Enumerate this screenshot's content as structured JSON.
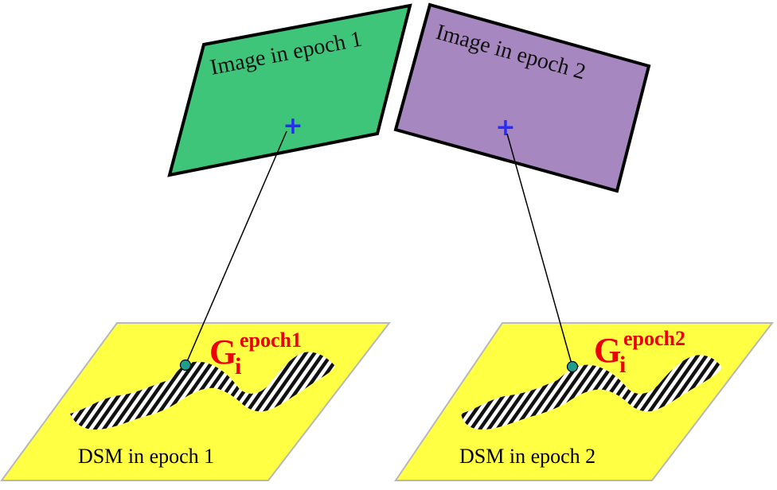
{
  "images": [
    {
      "label": "Image in epoch 1",
      "fill": "#3fc57a",
      "marker": "+"
    },
    {
      "label": "Image in epoch 2",
      "fill": "#a787bf",
      "marker": "+"
    }
  ],
  "dsms": [
    {
      "label": "DSM in epoch 1",
      "fill": "#ffff44",
      "point": {
        "base": "G",
        "sub": "i",
        "sup": "epoch1"
      }
    },
    {
      "label": "DSM in epoch 2",
      "fill": "#ffff44",
      "point": {
        "base": "G",
        "sub": "i",
        "sup": "epoch2"
      }
    }
  ],
  "colors": {
    "outline": "#000000",
    "marker": "#2a2aff",
    "ground_point": "#1f9e8e",
    "point_label": "#ee0000",
    "ray": "#000000"
  }
}
